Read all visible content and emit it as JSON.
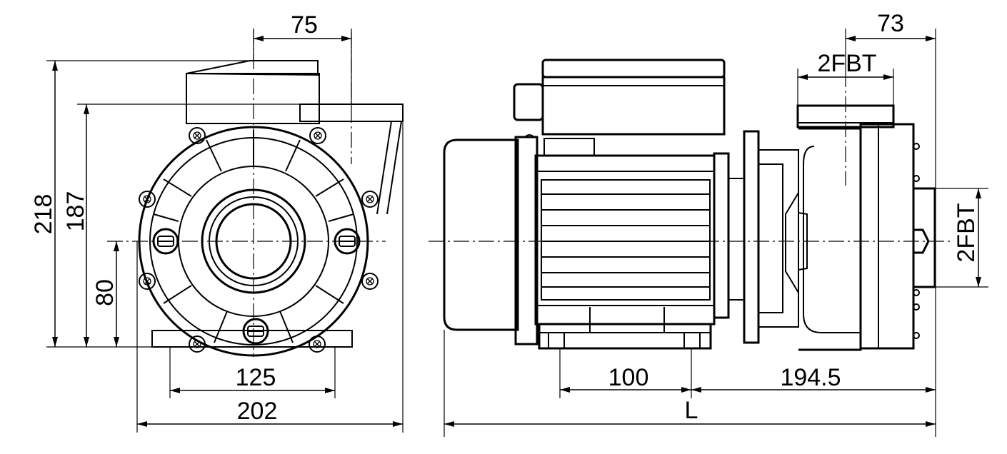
{
  "dimensions": {
    "front_top_offset": "75",
    "front_total_height": "218",
    "front_outlet_height": "187",
    "front_center_height": "80",
    "front_foot_spacing": "125",
    "front_total_width": "202",
    "side_outlet_offset": "73",
    "side_outlet_thread": "2FBT",
    "side_inlet_thread": "2FBT",
    "side_foot_spacing": "100",
    "side_outlet_to_end": "194.5",
    "side_overall_length": "L"
  }
}
